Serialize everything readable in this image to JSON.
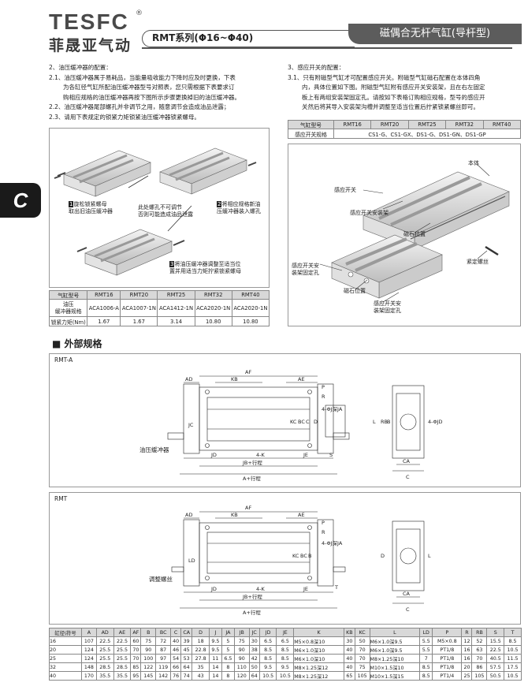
{
  "header": {
    "logo_en": "TESFC",
    "logo_reg": "®",
    "logo_cn": "菲晟亚气动",
    "series": "RMT系列(Φ16~Φ40)",
    "type_banner": "磁偶合无杆气缸(导杆型)"
  },
  "side_tab": "C",
  "left_text": {
    "title": "2、油压缓冲器的配置：",
    "p1a": "2.1、油压缓冲器属于易耗品，当能量吸收能力下降时应及时更换，下表",
    "p1b": "为各缸径气缸所配油压缓冲器型号对照表，您只需根据下表要求订",
    "p1c": "购相应规格的油压缓冲器再按下图所示步骤更换掉旧的油压缓冲器。",
    "p2": "2.2、油压缓冲器尾部螺孔并非调节之用，随意调节会造成油品泄露；",
    "p3": "2.3、请用下表规定的锁紧力矩锁紧油压缓冲器锁紧螺母。"
  },
  "left_steps": {
    "step1a": "旋松锁紧螺母",
    "step1b": "取出旧油压缓冲器",
    "note_a": "此处螺孔不可调节",
    "note_b": "否则可能造成油品泄露",
    "step2a": "将相应规格新油",
    "step2b": "压缓冲器装入螺孔",
    "step3a": "将油压缓冲器调整至适当位",
    "step3b": "置并用适当力矩拧紧锁紧螺母",
    "n1": "1",
    "n2": "2",
    "n3": "3"
  },
  "buffer_table": {
    "h0": "气缸型号",
    "cols": [
      "RMT16",
      "RMT20",
      "RMT25",
      "RMT32",
      "RMT40"
    ],
    "r1_label_a": "油压",
    "r1_label_b": "缓冲器规格",
    "r1": [
      "ACA1006-A",
      "ACA1007-1N",
      "ACA1412-1N",
      "ACA2020-1N",
      "ACA2020-1N"
    ],
    "r2_label": "锁紧力矩(Nm)",
    "r2": [
      "1.67",
      "1.67",
      "3.14",
      "10.80",
      "10.80"
    ]
  },
  "right_text": {
    "title": "3、感应开关的配置：",
    "p1a": "3.1、只有附磁型气缸才可配置感应开关。附磁型气缸磁石配置在本体四角",
    "p1b": "内，具体位置如下图。附磁型气缸附有感应开关安装架，且在右左固定",
    "p1c": "板上有两组安装架固定孔。请按如下表格订购相应规格，型号的感应开",
    "p1d": "关然后将其导入安装架沟槽并调整至适当位置后拧紧锁紧螺丝即可。"
  },
  "switch_table": {
    "h0": "气缸型号",
    "cols": [
      "RMT16",
      "RMT20",
      "RMT25",
      "RMT32",
      "RMT40"
    ],
    "r1_label": "感应开关规格",
    "r1": "CS1-G、CS1-GX、DS1-G、DS1-GN、DS1-GP"
  },
  "right_labels": {
    "body": "本体",
    "switch": "感应开关",
    "bracket": "感应开关安装架",
    "magnet1": "磁石位置",
    "screw": "紧定螺丝",
    "fix_a": "感应开关安",
    "fix_b": "装架固定孔",
    "magnet2": "磁石位置",
    "fix2_a": "感应开关安",
    "fix2_b": "装架固定孔"
  },
  "section": {
    "title": "■ 外部规格",
    "dwg1": "RMT-A",
    "dwg2": "RMT",
    "cushion": "油压缓冲器",
    "adjust": "调整螺丝"
  },
  "dims_a": {
    "AF": "AF",
    "KB": "KB",
    "AD": "AD",
    "AE": "AE",
    "P": "P",
    "R": "R",
    "ph_j": "4-ΦJ深JA",
    "KC": "KC",
    "BC": "BC",
    "C": "C",
    "D": "D",
    "JC": "JC",
    "JD": "JD",
    "K": "4-K",
    "JE": "JE",
    "S": "S",
    "JB": "JB+行程",
    "A": "A+行程",
    "L": "L",
    "RB": "RB",
    "B": "B",
    "ph_jd": "4-ΦJD",
    "CA": "CA",
    "Cb": "C"
  },
  "dims_b": {
    "AF": "AF",
    "KB": "KB",
    "AD": "AD",
    "AE": "AE",
    "P": "P",
    "R": "R",
    "ph_j": "4-ΦJ深JA",
    "KC": "KC",
    "BC": "BC",
    "B": "B",
    "LD": "LD",
    "JD": "JD",
    "K": "4-K",
    "JE": "JE",
    "JB": "JB+行程",
    "A": "A+行程",
    "T": "T",
    "Db": "D",
    "L": "L",
    "CA": "CA",
    "Cb": "C"
  },
  "spec_table": {
    "headers": [
      "缸径\\符号",
      "A",
      "AD",
      "AE",
      "AF",
      "B",
      "BC",
      "C",
      "CA",
      "D",
      "J",
      "JA",
      "JB",
      "JC",
      "JD",
      "JE",
      "K",
      "KB",
      "KC",
      "L",
      "LD",
      "P",
      "R",
      "RB",
      "S",
      "T"
    ],
    "rows": [
      [
        "16",
        "107",
        "22.5",
        "22.5",
        "60",
        "75",
        "72",
        "40",
        "39",
        "18",
        "9.5",
        "5",
        "75",
        "30",
        "6.5",
        "6.5",
        "M5×0.8深10",
        "30",
        "50",
        "M6×1.0深9.5",
        "5.5",
        "M5×0.8",
        "12",
        "52",
        "15.5",
        "8.5"
      ],
      [
        "20",
        "124",
        "25.5",
        "25.5",
        "70",
        "90",
        "87",
        "46",
        "45",
        "22.8",
        "9.5",
        "5",
        "90",
        "38",
        "8.5",
        "8.5",
        "M6×1.0深10",
        "40",
        "70",
        "M6×1.0深9.5",
        "5.5",
        "PT1/8",
        "16",
        "63",
        "22.5",
        "10.5"
      ],
      [
        "25",
        "124",
        "25.5",
        "25.5",
        "70",
        "100",
        "97",
        "54",
        "53",
        "27.8",
        "11",
        "6.5",
        "90",
        "42",
        "8.5",
        "8.5",
        "M6×1.0深10",
        "40",
        "70",
        "M8×1.25深10",
        "7",
        "PT1/8",
        "16",
        "70",
        "40.5",
        "11.5"
      ],
      [
        "32",
        "148",
        "28.5",
        "28.5",
        "85",
        "122",
        "119",
        "66",
        "64",
        "35",
        "14",
        "8",
        "110",
        "50",
        "9.5",
        "9.5",
        "M8×1.25深12",
        "40",
        "75",
        "M10×1.5深10",
        "8.5",
        "PT1/8",
        "20",
        "86",
        "57.5",
        "17.5"
      ],
      [
        "40",
        "170",
        "35.5",
        "35.5",
        "95",
        "145",
        "142",
        "76",
        "74",
        "43",
        "14",
        "8",
        "120",
        "64",
        "10.5",
        "10.5",
        "M8×1.25深12",
        "65",
        "105",
        "M10×1.5深15",
        "8.5",
        "PT1/4",
        "25",
        "105",
        "50.5",
        "10.5"
      ]
    ]
  }
}
